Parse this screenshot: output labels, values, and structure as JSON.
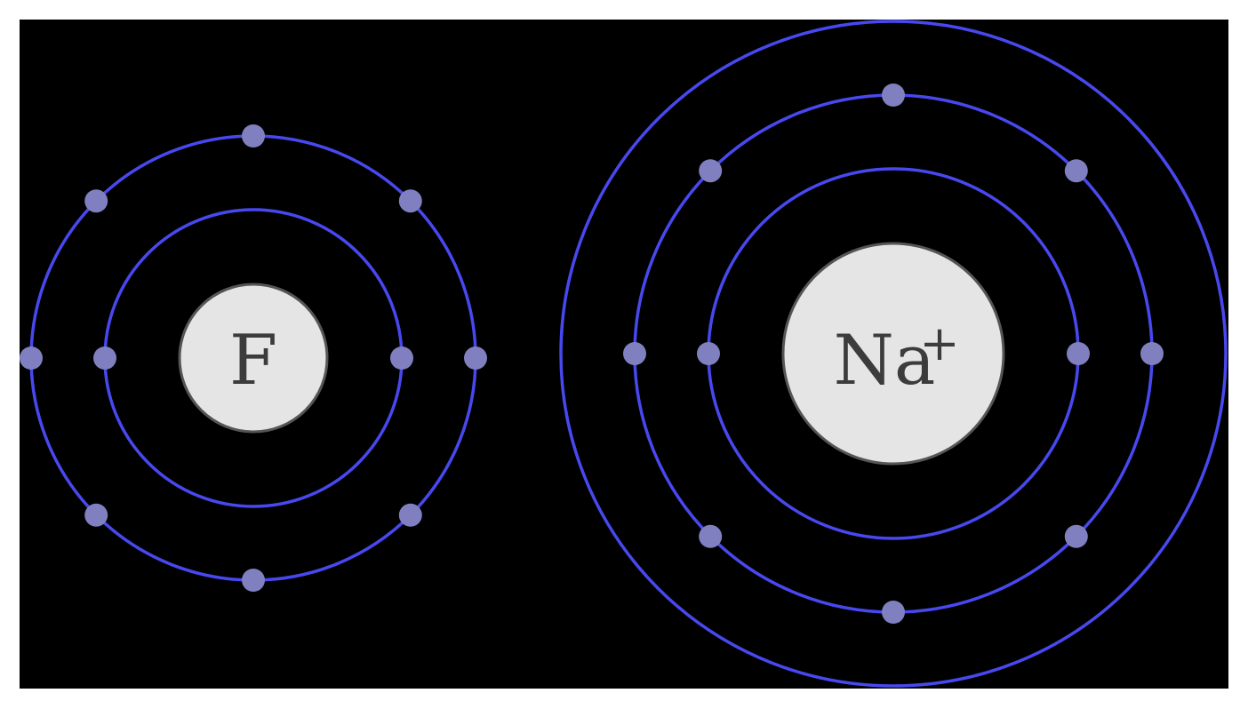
{
  "colors": {
    "background": "#000000",
    "page": "#ffffff",
    "shell": "#4848f0",
    "electron": "#8080c0",
    "nucleus_fill": "#e5e5e5",
    "nucleus_stroke": "#555555",
    "label": "#3c3c3c"
  },
  "atoms": [
    {
      "symbol": "F",
      "charge": "",
      "shells": [
        {
          "electrons": 2
        },
        {
          "electrons": 8
        }
      ]
    },
    {
      "symbol": "Na",
      "charge": "+",
      "shells": [
        {
          "electrons": 2
        },
        {
          "electrons": 8
        },
        {
          "electrons": 0
        }
      ]
    }
  ]
}
